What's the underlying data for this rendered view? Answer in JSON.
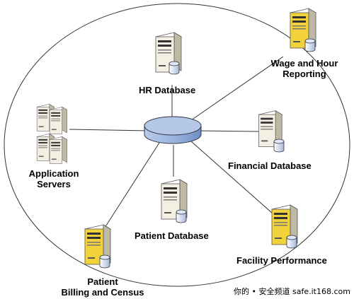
{
  "nodes": {
    "hr_database": {
      "label": "HR Database",
      "color": "#f3efe3"
    },
    "wage_hour": {
      "label_line1": "Wage and Hour",
      "label_line2": "Reporting",
      "color": "#f2d23b"
    },
    "application_servers": {
      "label_line1": "Application",
      "label_line2": "Servers",
      "color": "#f3efe3"
    },
    "financial_database": {
      "label": "Financial Database",
      "color": "#f3efe3"
    },
    "patient_database": {
      "label": "Patient Database",
      "color": "#f3efe3"
    },
    "facility_performance": {
      "label": "Facility Performance",
      "color": "#f2d23b"
    },
    "patient_billing": {
      "label_line1": "Patient",
      "label_line2": "Billing and Census",
      "color": "#f2d23b"
    }
  },
  "hub": {
    "color": "#9db5de"
  },
  "watermark": {
    "text": "你的 • 安全频道  safe.it168.com"
  }
}
